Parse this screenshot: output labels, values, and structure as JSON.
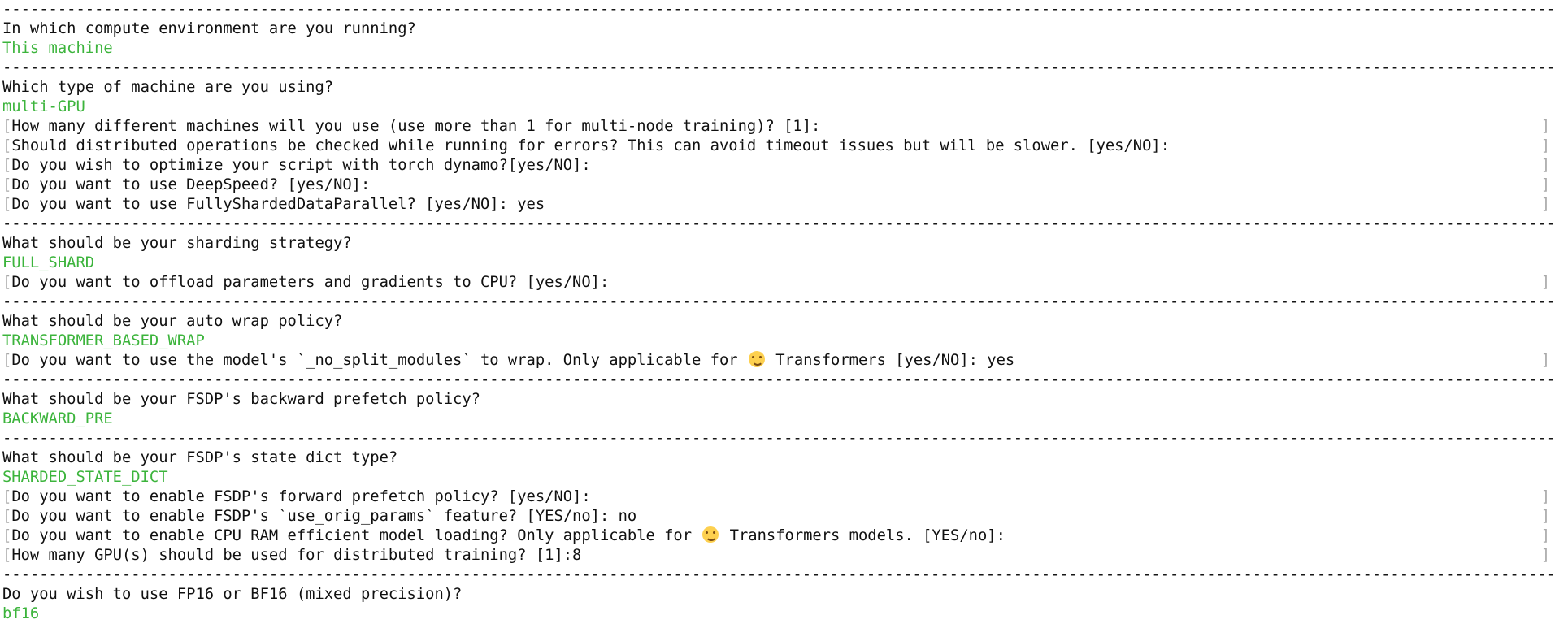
{
  "terminal": {
    "app": "accelerate config CLI",
    "colors": {
      "background": "#ffffff",
      "text": "#101010",
      "answer_green": "#3cb43c",
      "bracket_gray": "#a9a9a9"
    },
    "separator": {
      "char": "-",
      "repeat": 169
    },
    "bracket_left": "[",
    "bracket_right": "]",
    "lines": [
      {
        "type": "separator"
      },
      {
        "type": "question",
        "text": "In which compute environment are you running?"
      },
      {
        "type": "answer",
        "text": "This machine"
      },
      {
        "type": "separator"
      },
      {
        "type": "question",
        "text": "Which type of machine are you using?"
      },
      {
        "type": "answer",
        "text": "multi-GPU"
      },
      {
        "type": "prompt",
        "text": "How many different machines will you use (use more than 1 for multi-node training)? [1]:"
      },
      {
        "type": "prompt",
        "text": "Should distributed operations be checked while running for errors? This can avoid timeout issues but will be slower. [yes/NO]:"
      },
      {
        "type": "prompt",
        "text": "Do you wish to optimize your script with torch dynamo?[yes/NO]:"
      },
      {
        "type": "prompt",
        "text": "Do you want to use DeepSpeed? [yes/NO]:"
      },
      {
        "type": "prompt",
        "text": "Do you want to use FullyShardedDataParallel? [yes/NO]: yes"
      },
      {
        "type": "separator"
      },
      {
        "type": "question",
        "text": "What should be your sharding strategy?"
      },
      {
        "type": "answer",
        "text": "FULL_SHARD"
      },
      {
        "type": "prompt",
        "text": "Do you want to offload parameters and gradients to CPU? [yes/NO]:"
      },
      {
        "type": "separator"
      },
      {
        "type": "question",
        "text": "What should be your auto wrap policy?"
      },
      {
        "type": "answer",
        "text": "TRANSFORMER_BASED_WRAP"
      },
      {
        "type": "prompt",
        "segments": [
          {
            "kind": "text",
            "text": "Do you want to use the model's `_no_split_modules` to wrap. Only applicable for "
          },
          {
            "kind": "emoji",
            "name": "hugging-face-emoji",
            "char": "🤗"
          },
          {
            "kind": "text",
            "text": " Transformers [yes/NO]: yes"
          }
        ]
      },
      {
        "type": "separator"
      },
      {
        "type": "question",
        "text": "What should be your FSDP's backward prefetch policy?"
      },
      {
        "type": "answer",
        "text": "BACKWARD_PRE"
      },
      {
        "type": "separator"
      },
      {
        "type": "question",
        "text": "What should be your FSDP's state dict type?"
      },
      {
        "type": "answer",
        "text": "SHARDED_STATE_DICT"
      },
      {
        "type": "prompt",
        "text": "Do you want to enable FSDP's forward prefetch policy? [yes/NO]:"
      },
      {
        "type": "prompt",
        "text": "Do you want to enable FSDP's `use_orig_params` feature? [YES/no]: no"
      },
      {
        "type": "prompt",
        "segments": [
          {
            "kind": "text",
            "text": "Do you want to enable CPU RAM efficient model loading? Only applicable for "
          },
          {
            "kind": "emoji",
            "name": "hugging-face-emoji",
            "char": "🤗"
          },
          {
            "kind": "text",
            "text": " Transformers models. [YES/no]:"
          }
        ]
      },
      {
        "type": "prompt",
        "text": "How many GPU(s) should be used for distributed training? [1]:8"
      },
      {
        "type": "separator"
      },
      {
        "type": "question",
        "text": "Do you wish to use FP16 or BF16 (mixed precision)?"
      },
      {
        "type": "answer",
        "text": "bf16"
      }
    ]
  }
}
